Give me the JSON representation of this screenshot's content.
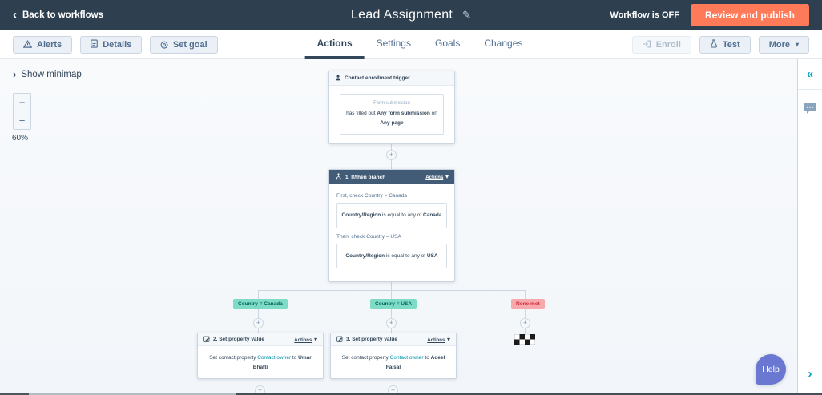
{
  "header": {
    "back_label": "Back to workflows",
    "title": "Lead Assignment",
    "status_text": "Workflow is OFF",
    "publish_label": "Review and publish"
  },
  "toolbar": {
    "alerts_label": "Alerts",
    "details_label": "Details",
    "set_goal_label": "Set goal",
    "tabs": [
      {
        "label": "Actions",
        "active": true
      },
      {
        "label": "Settings",
        "active": false
      },
      {
        "label": "Goals",
        "active": false
      },
      {
        "label": "Changes",
        "active": false
      }
    ],
    "enroll_label": "Enroll",
    "test_label": "Test",
    "more_label": "More"
  },
  "canvas": {
    "show_minimap_label": "Show minimap",
    "zoom_in_label": "+",
    "zoom_out_label": "−",
    "zoom_level": "60%",
    "trigger": {
      "title": "Contact enrollment trigger",
      "criteria_type": "Form submission",
      "line_pre": "has filled out ",
      "line_bold1": "Any form submission",
      "line_mid": " on ",
      "line_bold2": "Any page"
    },
    "ifthen": {
      "title": "1. If/then branch",
      "actions_label": "Actions",
      "first_check": "First, check Country = Canada",
      "cond1_property": "Country/Region",
      "cond1_operator": " is equal to any of ",
      "cond1_value": "Canada",
      "then_check": "Then, check Country = USA",
      "cond2_property": "Country/Region",
      "cond2_operator": " is equal to any of ",
      "cond2_value": "USA"
    },
    "branch_labels": [
      {
        "label": "Country = Canada",
        "type": "met"
      },
      {
        "label": "Country = USA",
        "type": "met"
      },
      {
        "label": "None met",
        "type": "none"
      }
    ],
    "action2": {
      "title": "2. Set property value",
      "actions_label": "Actions",
      "body_pre": "Set contact property ",
      "body_link": "Contact owner",
      "body_mid": " to ",
      "body_value": "Umar Bhatti"
    },
    "action3": {
      "title": "3. Set property value",
      "actions_label": "Actions",
      "body_pre": "Set contact property ",
      "body_link": "Contact owner",
      "body_mid": " to ",
      "body_value": "Adeel Faisal"
    }
  },
  "right_rail": {
    "collapse_glyph": "«",
    "next_glyph": "›"
  },
  "help": {
    "label": "Help"
  },
  "glyphs": {
    "back_chevron": "‹",
    "edit_pencil": "✎",
    "more_caret": "▾",
    "actions_caret": "▾",
    "minimap_chevron": "›",
    "set_goal_target": "◎",
    "connector_plus": "+"
  },
  "colors": {
    "topbar_navy": "#2e3f50",
    "publish_orange": "#ff7a59",
    "branch_header_navy": "#425b76",
    "met_label_bg": "#7edcc6",
    "met_label_text": "#00655a",
    "none_label_bg": "#f8a9ac",
    "none_label_text": "#d12f3d",
    "property_link_teal": "#0091ae",
    "rail_teal": "#00a4bd"
  }
}
